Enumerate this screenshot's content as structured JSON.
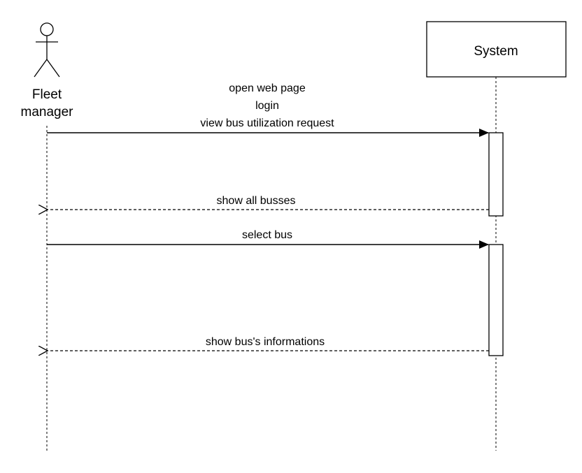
{
  "actor": {
    "name_lines": [
      "Fleet",
      "manager"
    ],
    "icon": "stick-figure-actor-icon"
  },
  "participant": {
    "name": "System"
  },
  "messages": [
    {
      "id": "request",
      "kind": "synchronous",
      "direction": "actor-to-system",
      "lines": [
        "open web page",
        "login",
        "view bus utilization request"
      ]
    },
    {
      "id": "show-all-busses",
      "kind": "return",
      "direction": "system-to-actor",
      "lines": [
        "show all busses"
      ]
    },
    {
      "id": "select-bus",
      "kind": "synchronous",
      "direction": "actor-to-system",
      "lines": [
        "select bus"
      ]
    },
    {
      "id": "show-bus-informations",
      "kind": "return",
      "direction": "system-to-actor",
      "lines": [
        "show bus's informations"
      ]
    }
  ],
  "colors": {
    "line": "#000000",
    "box_fill": "#ffffff"
  }
}
